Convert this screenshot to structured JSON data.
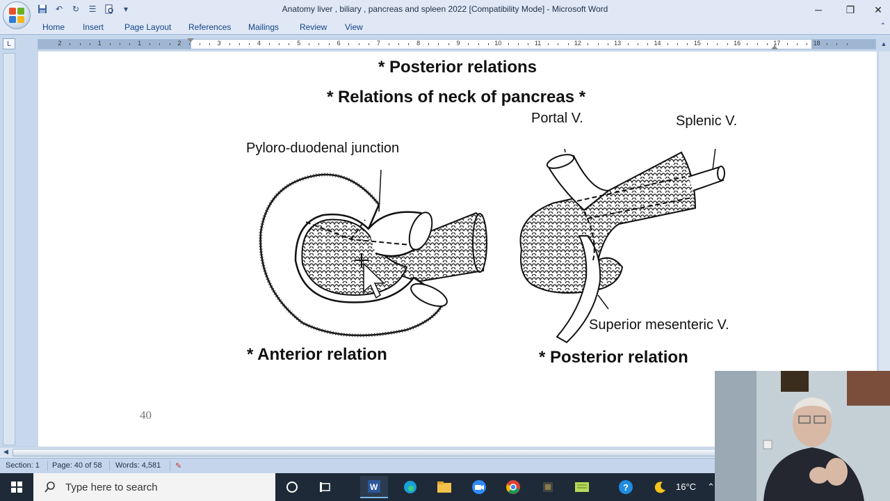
{
  "window": {
    "title": "Anatomy liver , biliary , pancreas and spleen 2022 [Compatibility Mode] - Microsoft Word",
    "controls": [
      "minimize",
      "restore",
      "close"
    ]
  },
  "qat": {
    "icons": [
      "save-icon",
      "undo-icon",
      "redo-icon",
      "bullets-icon",
      "print-preview-icon",
      "customize-qat-icon"
    ]
  },
  "ribbon": {
    "tabs": [
      "Home",
      "Insert",
      "Page Layout",
      "References",
      "Mailings",
      "Review",
      "View"
    ]
  },
  "ruler": {
    "numbers": [
      "2",
      "1",
      "1",
      "2",
      "3",
      "4",
      "5",
      "6",
      "7",
      "8",
      "9",
      "10",
      "11",
      "12",
      "13",
      "14",
      "15",
      "16",
      "17",
      "18"
    ],
    "corner_symbol": "L"
  },
  "document": {
    "heading_main": "* Posterior relations",
    "heading_sub": "* Relations of neck of pancreas *",
    "labels": {
      "pyloro_duodenal": "Pyloro-duodenal junction",
      "portal_v": "Portal V.",
      "splenic_v": "Splenic V.",
      "superior_mesenteric_v": "Superior mesenteric V."
    },
    "captions": {
      "anterior": "* Anterior relation",
      "posterior": "* Posterior relation"
    },
    "page_number": "40"
  },
  "status": {
    "section": "Section: 1",
    "page": "Page: 40 of 58",
    "words": "Words: 4,581"
  },
  "taskbar": {
    "search_placeholder": "Type here to search",
    "apps": [
      "cortana-icon",
      "task-view-icon",
      "word-icon",
      "edge-icon",
      "file-explorer-icon",
      "zoom-icon",
      "chrome-icon",
      "media-app-icon",
      "notepad-icon",
      "help-icon"
    ],
    "weather": "16°C"
  },
  "colors": {
    "ribbon_bg": "#dfe8f4",
    "workspace_bg": "#c7d8ec",
    "tab_text": "#15428b",
    "taskbar_bg": "#1f2a38"
  }
}
